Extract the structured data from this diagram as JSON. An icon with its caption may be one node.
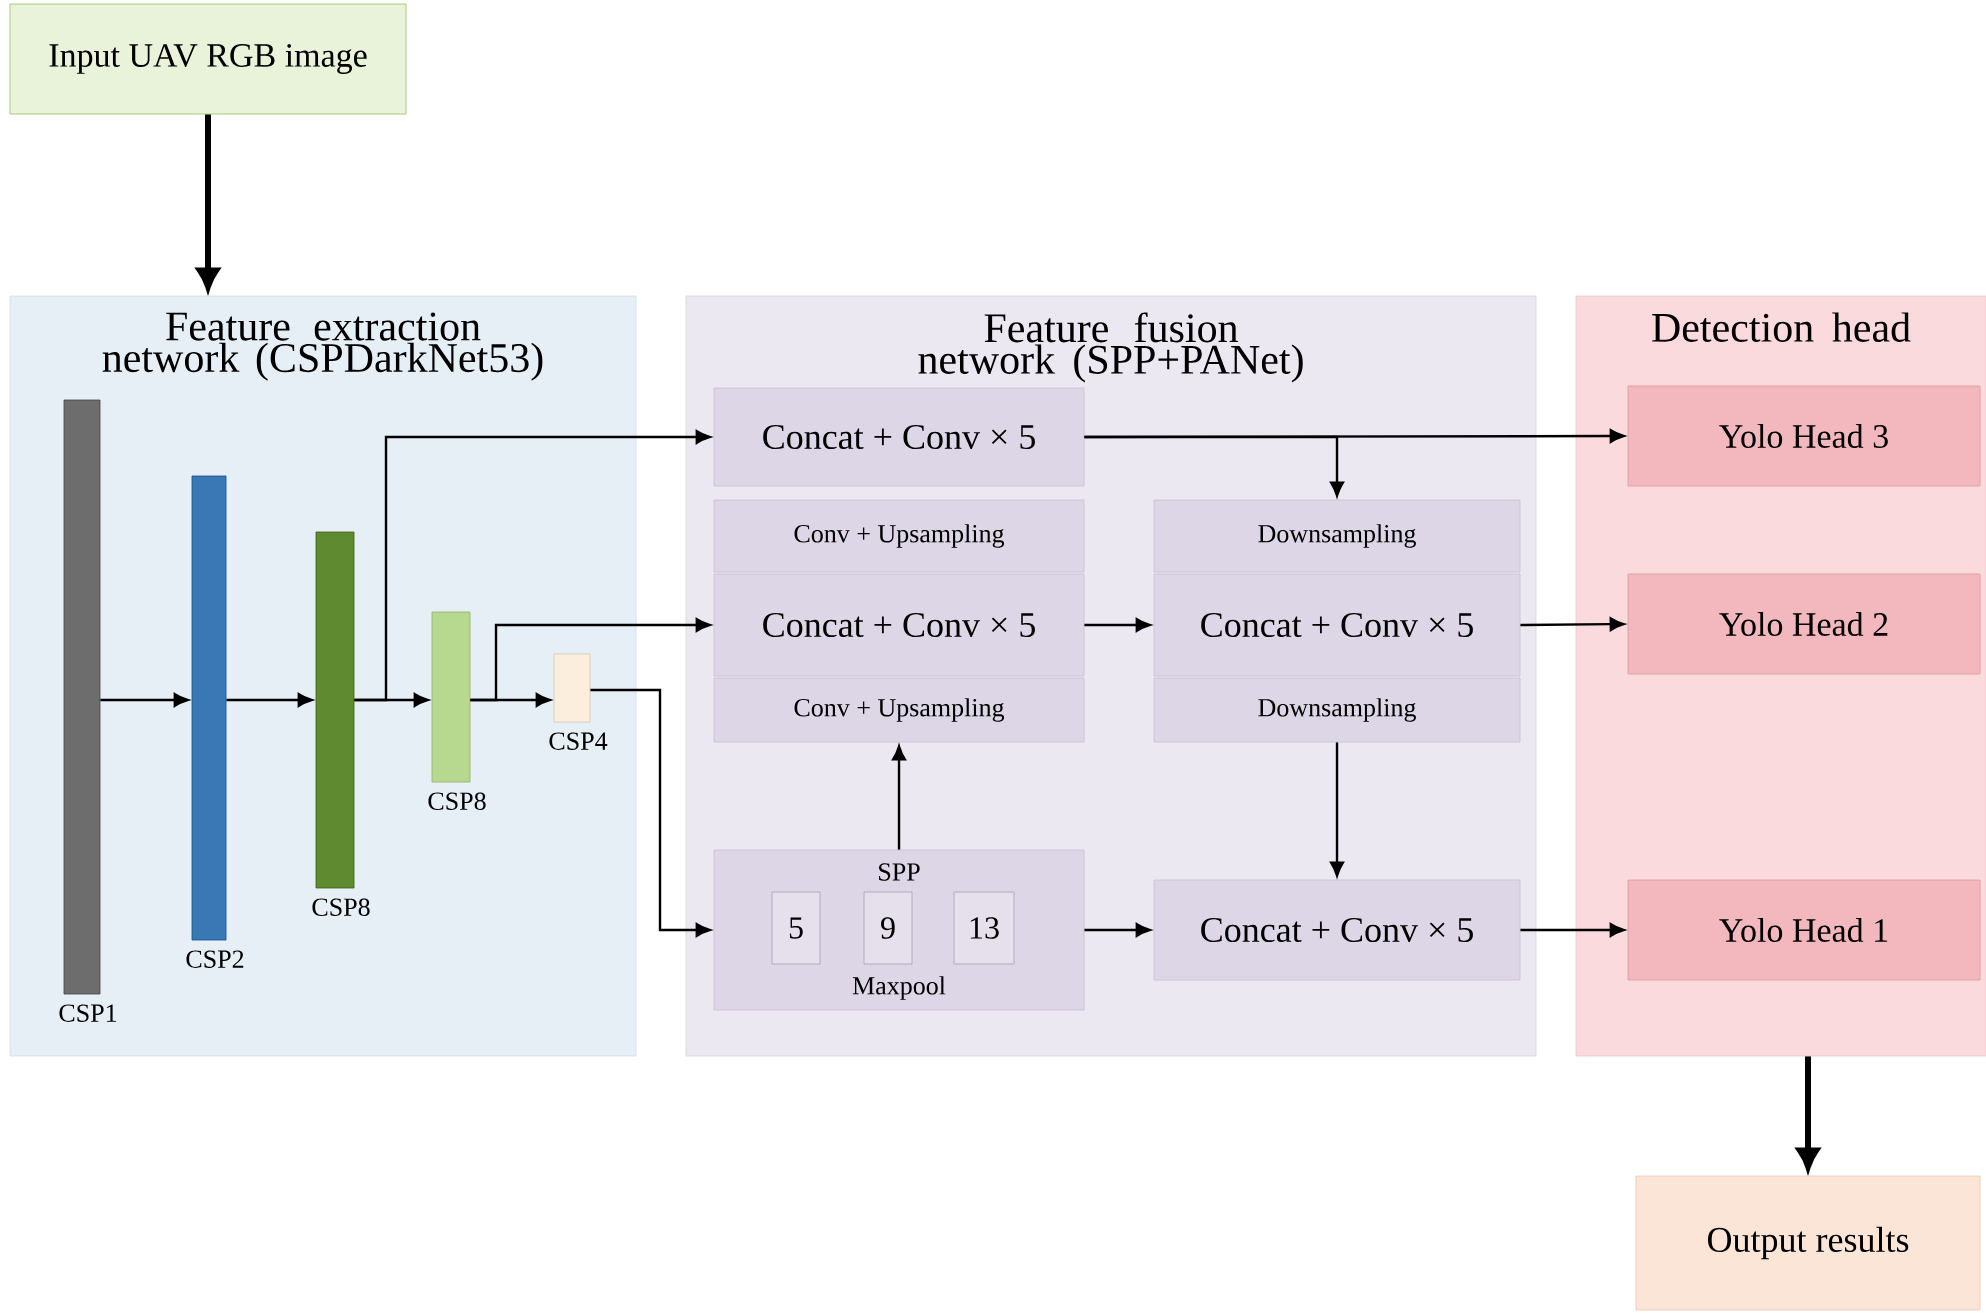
{
  "diagram": {
    "nodes": [
      {
        "text": [
          "Input UAV RGB image"
        ]
      },
      {
        "text": [
          "Feature extraction network (CSPDarkNet53)"
        ]
      },
      {
        "text": [
          "Feature fusion network (SPP+PANet)"
        ]
      },
      {
        "text": [
          "Detection head"
        ]
      },
      {
        "text": [],
        "shape": "bar",
        "beside": [
          "CSP1"
        ],
        "in": 1
      },
      {
        "text": [],
        "shape": "bar",
        "beside": [
          "CSP2"
        ],
        "in": 1
      },
      {
        "text": [],
        "shape": "bar",
        "beside": [
          "CSP8"
        ],
        "in": 1
      },
      {
        "text": [],
        "shape": "bar",
        "beside": [
          "CSP8"
        ],
        "in": 1
      },
      {
        "text": [],
        "shape": "bar",
        "beside": [
          "CSP4"
        ],
        "in": 1
      },
      {
        "text": [
          "Concat + Conv × 5"
        ],
        "in": 2
      },
      {
        "text": [
          "Conv + Upsampling"
        ],
        "in": 2
      },
      {
        "text": [
          "Concat + Conv × 5"
        ],
        "in": 2
      },
      {
        "text": [
          "Conv + Upsampling"
        ],
        "in": 2
      },
      {
        "text": [
          "SPP",
          "Maxpool"
        ],
        "in": 2
      },
      {
        "text": [
          "5"
        ],
        "in": 13
      },
      {
        "text": [
          "9"
        ],
        "in": 13
      },
      {
        "text": [
          "13"
        ],
        "in": 13
      },
      {
        "text": [
          "Downsampling"
        ],
        "in": 2
      },
      {
        "text": [
          "Concat + Conv × 5"
        ],
        "in": 2
      },
      {
        "text": [
          "Downsampling"
        ],
        "in": 2
      },
      {
        "text": [
          "Concat + Conv × 5"
        ],
        "in": 2
      },
      {
        "text": [
          "Yolo Head 3"
        ],
        "in": 3
      },
      {
        "text": [
          "Yolo Head 2"
        ],
        "in": 3
      },
      {
        "text": [
          "Yolo Head 1"
        ],
        "in": 3
      },
      {
        "text": [
          "Output results"
        ]
      }
    ],
    "edges": [
      {
        "from": 0,
        "to": 1,
        "arrow": "to",
        "style": "thick"
      },
      {
        "from": 4,
        "to": 5,
        "arrow": "to"
      },
      {
        "from": 5,
        "to": 6,
        "arrow": "to"
      },
      {
        "from": 6,
        "to": 7,
        "arrow": "to"
      },
      {
        "from": 7,
        "to": 8,
        "arrow": "to"
      },
      {
        "from": 6,
        "to": 9,
        "arrow": "to"
      },
      {
        "from": 7,
        "to": 11,
        "arrow": "to"
      },
      {
        "from": 8,
        "to": 13,
        "arrow": "to"
      },
      {
        "from": 13,
        "to": 12,
        "arrow": "to"
      },
      {
        "from": 9,
        "to": 17,
        "arrow": "to"
      },
      {
        "from": 11,
        "to": 18,
        "arrow": "to"
      },
      {
        "from": 19,
        "to": 20,
        "arrow": "to"
      },
      {
        "from": 13,
        "to": 20,
        "arrow": "to"
      },
      {
        "from": 9,
        "to": 21,
        "arrow": "to"
      },
      {
        "from": 18,
        "to": 22,
        "arrow": "to"
      },
      {
        "from": 20,
        "to": 23,
        "arrow": "to"
      },
      {
        "from": 3,
        "to": 24,
        "arrow": "to",
        "style": "thick"
      }
    ]
  }
}
